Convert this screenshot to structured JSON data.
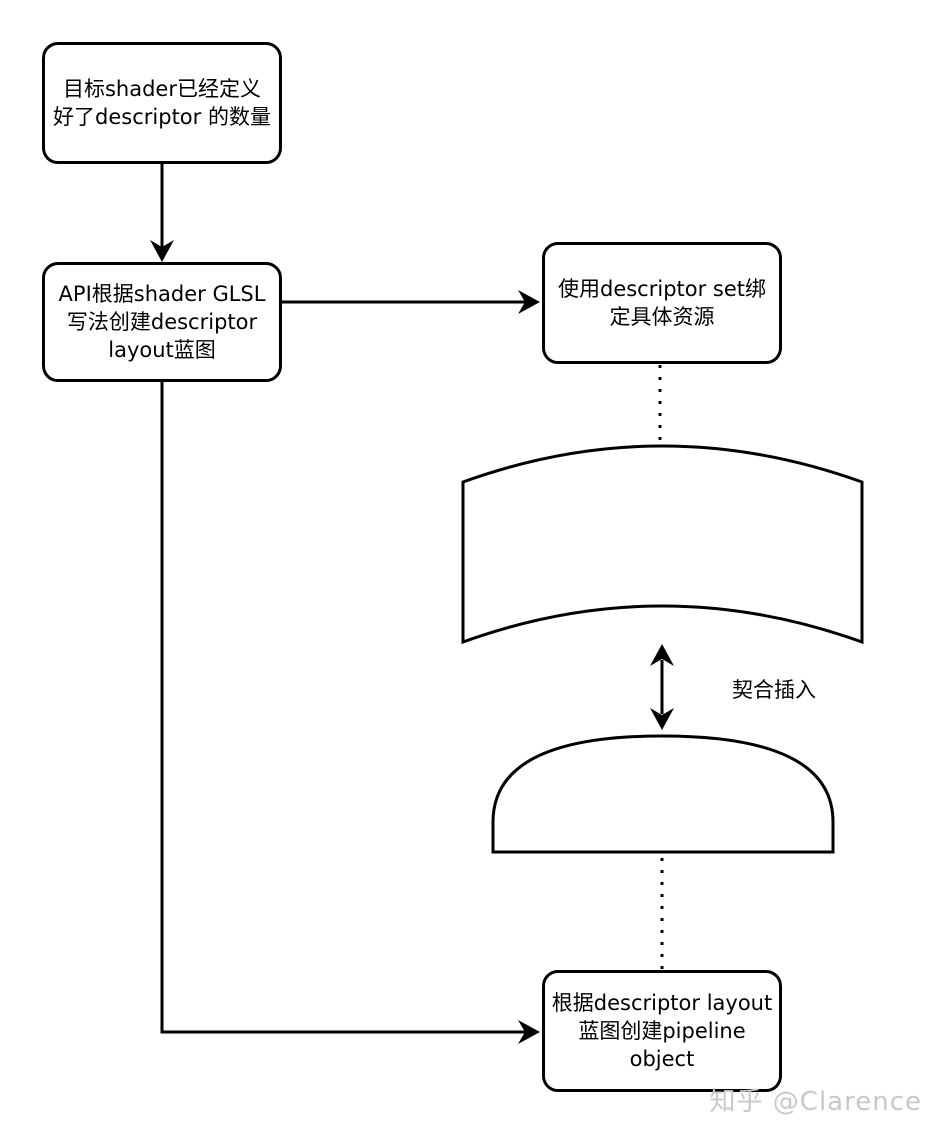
{
  "nodes": {
    "target_shader": "目标shader已经定义\n好了descriptor 的数量",
    "api_layout": "API根据shader GLSL\n写法创建descriptor\nlayout蓝图",
    "descriptor_set": "使用descriptor set绑\n定具体资源",
    "pipeline": "根据descriptor layout\n蓝图创建pipeline\nobject"
  },
  "labels": {
    "fit_insert": "契合插入"
  },
  "watermark": "知乎 @Clarence"
}
